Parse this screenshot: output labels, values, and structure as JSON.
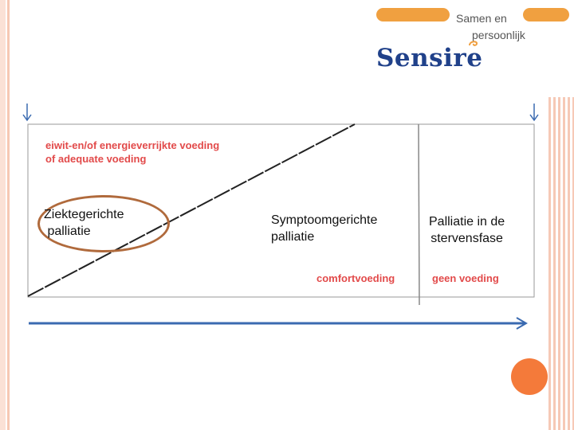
{
  "logo": {
    "tagline_line1": "Samen en",
    "tagline_line2": "persoonlijk",
    "wordmark": "Sensire",
    "colors": {
      "brand_orange": "#f0a040",
      "brand_blue": "#20418a"
    }
  },
  "diagram": {
    "top_label_line1": "eiwit-en/of energieverrijkte  voeding",
    "top_label_line2": "of adequate voeding",
    "phases": [
      {
        "line1": "Ziektegerichte",
        "line2": " palliatie"
      },
      {
        "line1": "Symptoomgerichte",
        "line2": "palliatie"
      },
      {
        "line1": "Palliatie in de",
        "line2": "stervensfase"
      }
    ],
    "bottom_label_1": "comfortvoeding",
    "bottom_label_2": "geen voeding",
    "colors": {
      "label_red": "#e24a4a",
      "arrow_blue": "#3a6ab0",
      "ellipse_brown": "#b06a3c"
    }
  }
}
